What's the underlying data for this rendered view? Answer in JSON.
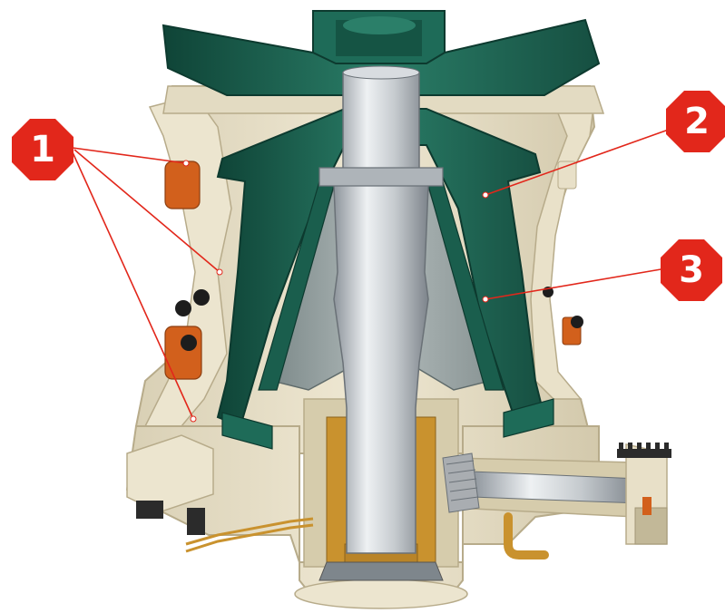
{
  "callouts": [
    {
      "label": "1"
    },
    {
      "label": "2"
    },
    {
      "label": "3"
    }
  ],
  "colors": {
    "callout": "#e2271b",
    "leader": "#e2271b",
    "frame": "#e7dfc8",
    "frame_shadow": "#c9bfa3",
    "liner": "#1e6b58",
    "liner_dark": "#134a3c",
    "shaft": "#b9bec4",
    "shaft_light": "#e6e9ec",
    "bronze": "#c9922e",
    "orange": "#d2601c",
    "cut_face": "#cfc4a4"
  },
  "icons": {
    "callout_marker": "octagon-badge"
  }
}
